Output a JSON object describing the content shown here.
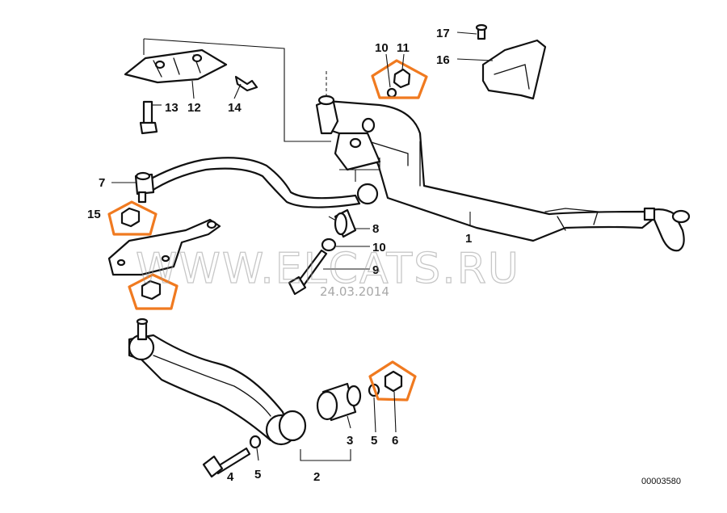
{
  "diagram": {
    "callouts": {
      "c1": "1",
      "c2": "2",
      "c3": "3",
      "c4": "4",
      "c5a": "5",
      "c5b": "5",
      "c6": "6",
      "c7": "7",
      "c8": "8",
      "c9": "9",
      "c10a": "10",
      "c10b": "10",
      "c11": "11",
      "c12": "12",
      "c13": "13",
      "c14": "14",
      "c15": "15",
      "c16": "16",
      "c17": "17"
    },
    "drawing_number": "00003580",
    "highlight_color": "#f07a20"
  },
  "watermark": {
    "text": "WWW.ELCATS.RU",
    "date": "24.03.2014"
  }
}
